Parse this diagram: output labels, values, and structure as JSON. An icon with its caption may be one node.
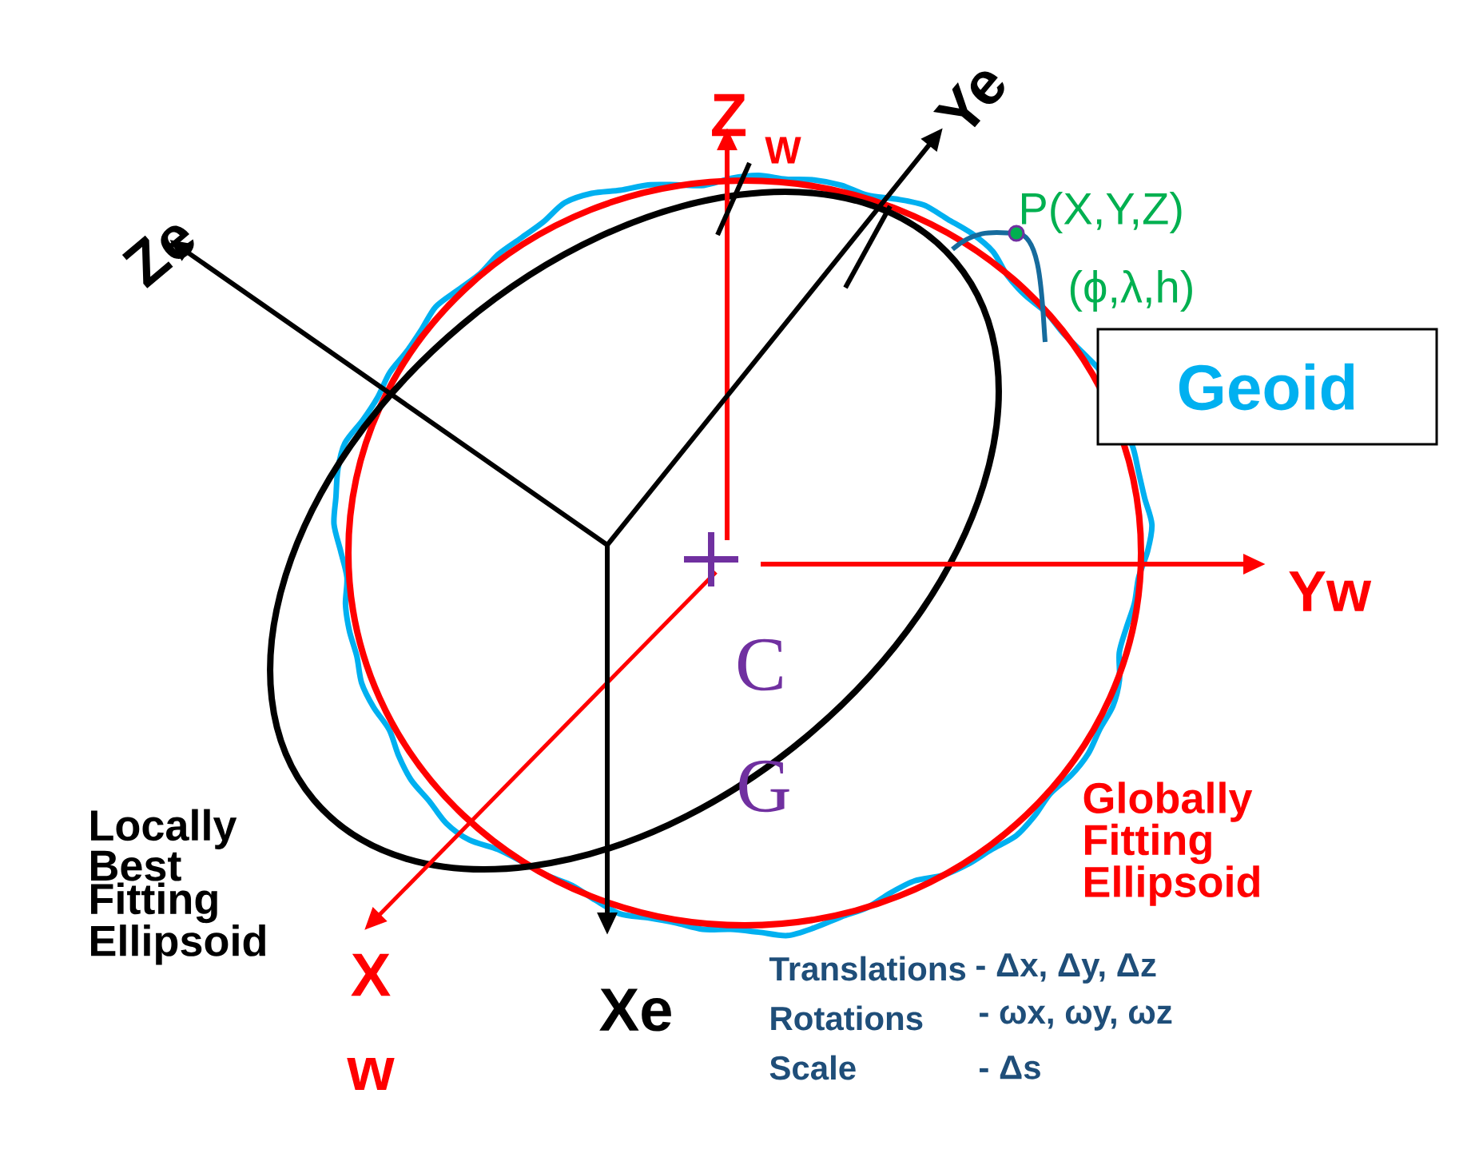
{
  "diagram": {
    "nodes": [
      {
        "text": [
          "Geoid"
        ]
      }
    ],
    "labels": [
      "Z",
      "W",
      "Ye",
      "Ze",
      "P(X,Y,Z)",
      "(ϕ,λ,h)",
      "Yw",
      "C",
      "G",
      "Locally Best Fitting Ellipsoid",
      "Globally Fitting Ellipsoid",
      "X",
      "w",
      "Xe",
      "Translations",
      "- Δx, Δy, Δz",
      "Rotations",
      "- ωx, ωy, ωz",
      "Scale",
      "- Δs"
    ]
  }
}
